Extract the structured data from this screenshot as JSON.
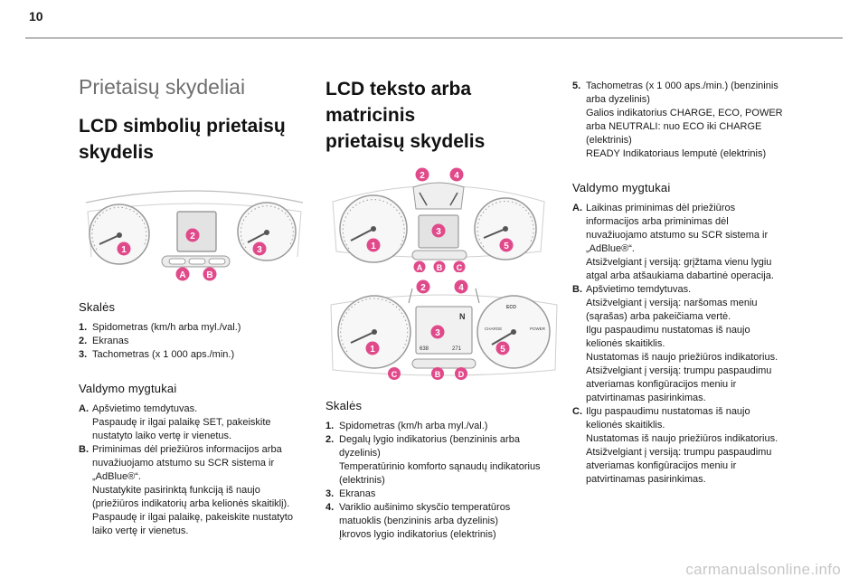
{
  "page_number": "10",
  "col1": {
    "section_title": "Prietaisų skydeliai",
    "subtitle_line1": "LCD simbolių prietaisų",
    "subtitle_line2": "skydelis",
    "badges": [
      "1",
      "2",
      "3",
      "A",
      "B"
    ],
    "dials_heading": "Skalės",
    "dials": [
      {
        "num": "1.",
        "text": "Spidometras (km/h arba myl./val.)"
      },
      {
        "num": "2.",
        "text": "Ekranas"
      },
      {
        "num": "3.",
        "text": "Tachometras (x 1 000 aps./min.)"
      }
    ],
    "controls_heading": "Valdymo mygtukai",
    "controls": [
      {
        "num": "A.",
        "text": "Apšvietimo temdytuvas.\nPaspaudę ir ilgai palaikę SET, pakeiskite\nnustatyto laiko vertę ir vienetus."
      },
      {
        "num": "B.",
        "text": "Priminimas dėl priežiūros informacijos arba\nnuvažiuojamo atstumo su SCR sistema ir\n„AdBlue®“.\nNustatykite pasirinktą funkciją iš naujo\n(priežiūros indikatorių arba kelionės skaitiklį).\nPaspaudę ir ilgai palaikę, pakeiskite nustatyto\nlaiko vertę ir vienetus."
      }
    ]
  },
  "col2": {
    "title_line1": "LCD teksto arba matricinis",
    "title_line2": "prietaisų skydelis",
    "fig1_badges": [
      "2",
      "4",
      "1",
      "3",
      "5",
      "A",
      "B",
      "C"
    ],
    "fig2_badges": [
      "2",
      "4",
      "1",
      "3",
      "5",
      "C",
      "B",
      "D"
    ],
    "fig2_screen_n": "N",
    "fig2_screen_left": "638",
    "fig2_screen_right": "271",
    "fig2_eco": "ECO",
    "fig2_charge": "CHARGE",
    "fig2_power": "POWER",
    "dials_heading": "Skalės",
    "dials": [
      {
        "num": "1.",
        "text": "Spidometras (km/h arba myl./val.)"
      },
      {
        "num": "2.",
        "text": "Degalų lygio indikatorius (benzininis arba\ndyzelinis)\nTemperatūrinio komforto sąnaudų indikatorius\n(elektrinis)"
      },
      {
        "num": "3.",
        "text": "Ekranas"
      },
      {
        "num": "4.",
        "text": "Variklio aušinimo skysčio temperatūros\nmatuoklis (benzininis arba dyzelinis)\nĮkrovos lygio indikatorius (elektrinis)"
      }
    ]
  },
  "col3": {
    "item5": {
      "num": "5.",
      "text": "Tachometras (x 1 000 aps./min.) (benzininis\narba dyzelinis)\nGalios indikatorius CHARGE, ECO, POWER\narba NEUTRALI: nuo ECO iki CHARGE\n(elektrinis)\nREADY Indikatoriaus lemputė (elektrinis)"
    },
    "controls_heading": "Valdymo mygtukai",
    "controls": [
      {
        "num": "A.",
        "text": "Laikinas priminimas dėl priežiūros\ninformacijos arba priminimas dėl\nnuvažiuojamo atstumo su SCR sistema ir\n„AdBlue®“.\nAtsižvelgiant į versiją: grįžtama vienu lygiu\natgal arba atšaukiama dabartinė operacija."
      },
      {
        "num": "B.",
        "text": "Apšvietimo temdytuvas.\nAtsižvelgiant į versiją: naršomas meniu\n(sąrašas) arba pakeičiama vertė.\nIlgu paspaudimu nustatomas iš naujo\nkelionės skaitiklis.\nNustatomas iš naujo priežiūros indikatorius.\nAtsižvelgiant į versiją: trumpu paspaudimu\natveriamas konfigūracijos meniu ir\npatvirtinamas pasirinkimas."
      },
      {
        "num": "C.",
        "text": "Ilgu paspaudimu nustatomas iš naujo\nkelionės skaitiklis.\nNustatomas iš naujo priežiūros indikatorius.\nAtsižvelgiant į versiją: trumpu paspaudimu\natveriamas konfigūracijos meniu ir\npatvirtinamas pasirinkimas."
      }
    ]
  },
  "watermark": "carmanualsonline.info",
  "colors": {
    "badge": "#e04a8a",
    "rule": "#b9b9b9",
    "title_grey": "#6f6f6f"
  }
}
